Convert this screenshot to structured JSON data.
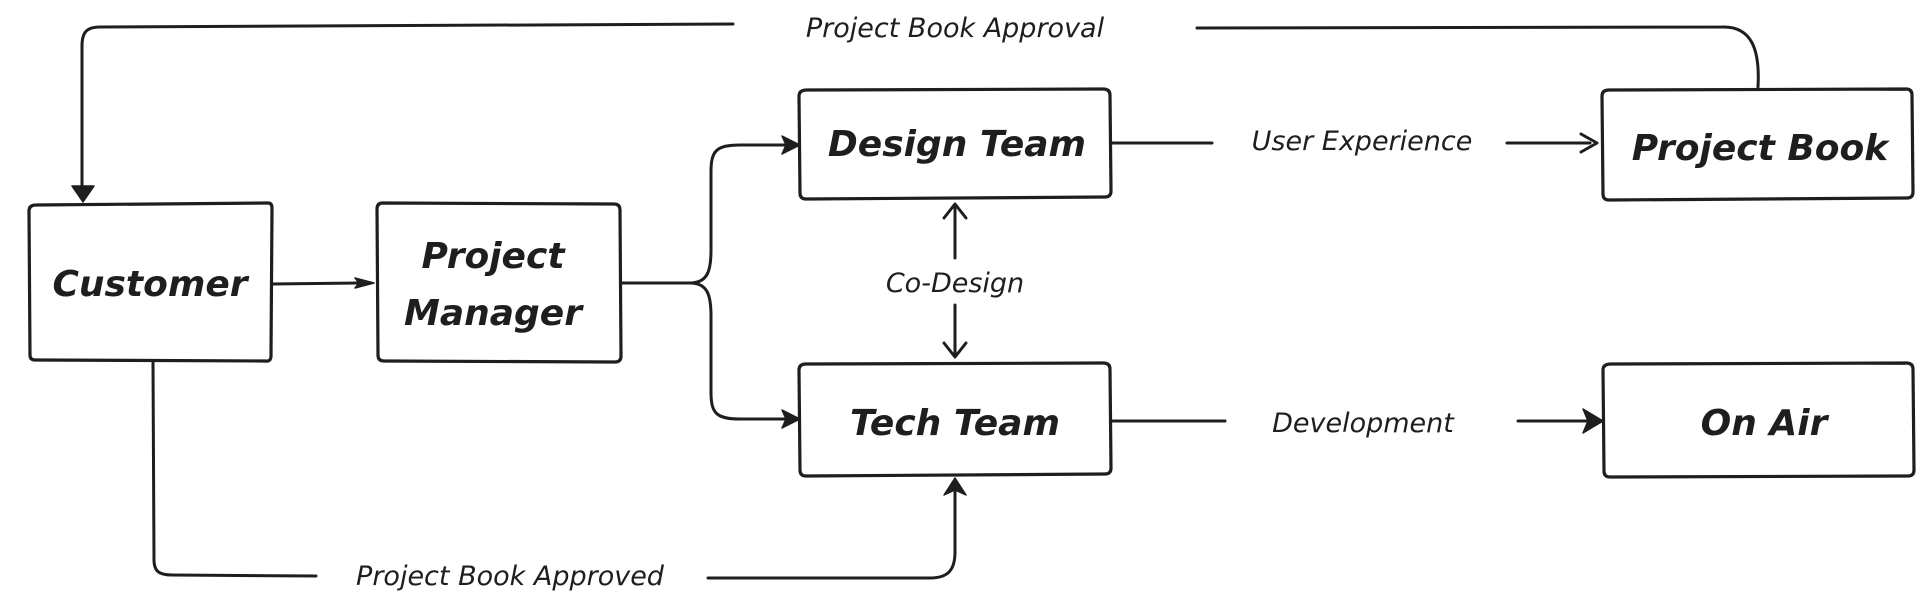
{
  "diagram": {
    "nodes": {
      "customer": "Customer",
      "project_manager_line1": "Project",
      "project_manager_line2": "Manager",
      "design_team": "Design Team",
      "tech_team": "Tech Team",
      "project_book": "Project Book",
      "on_air": "On Air"
    },
    "edges": {
      "project_book_approval": "Project Book Approval",
      "user_experience": "User Experience",
      "co_design": "Co-Design",
      "development": "Development",
      "project_book_approved": "Project Book Approved"
    },
    "colors": {
      "stroke": "#1e1e1e",
      "background": "#ffffff"
    }
  }
}
